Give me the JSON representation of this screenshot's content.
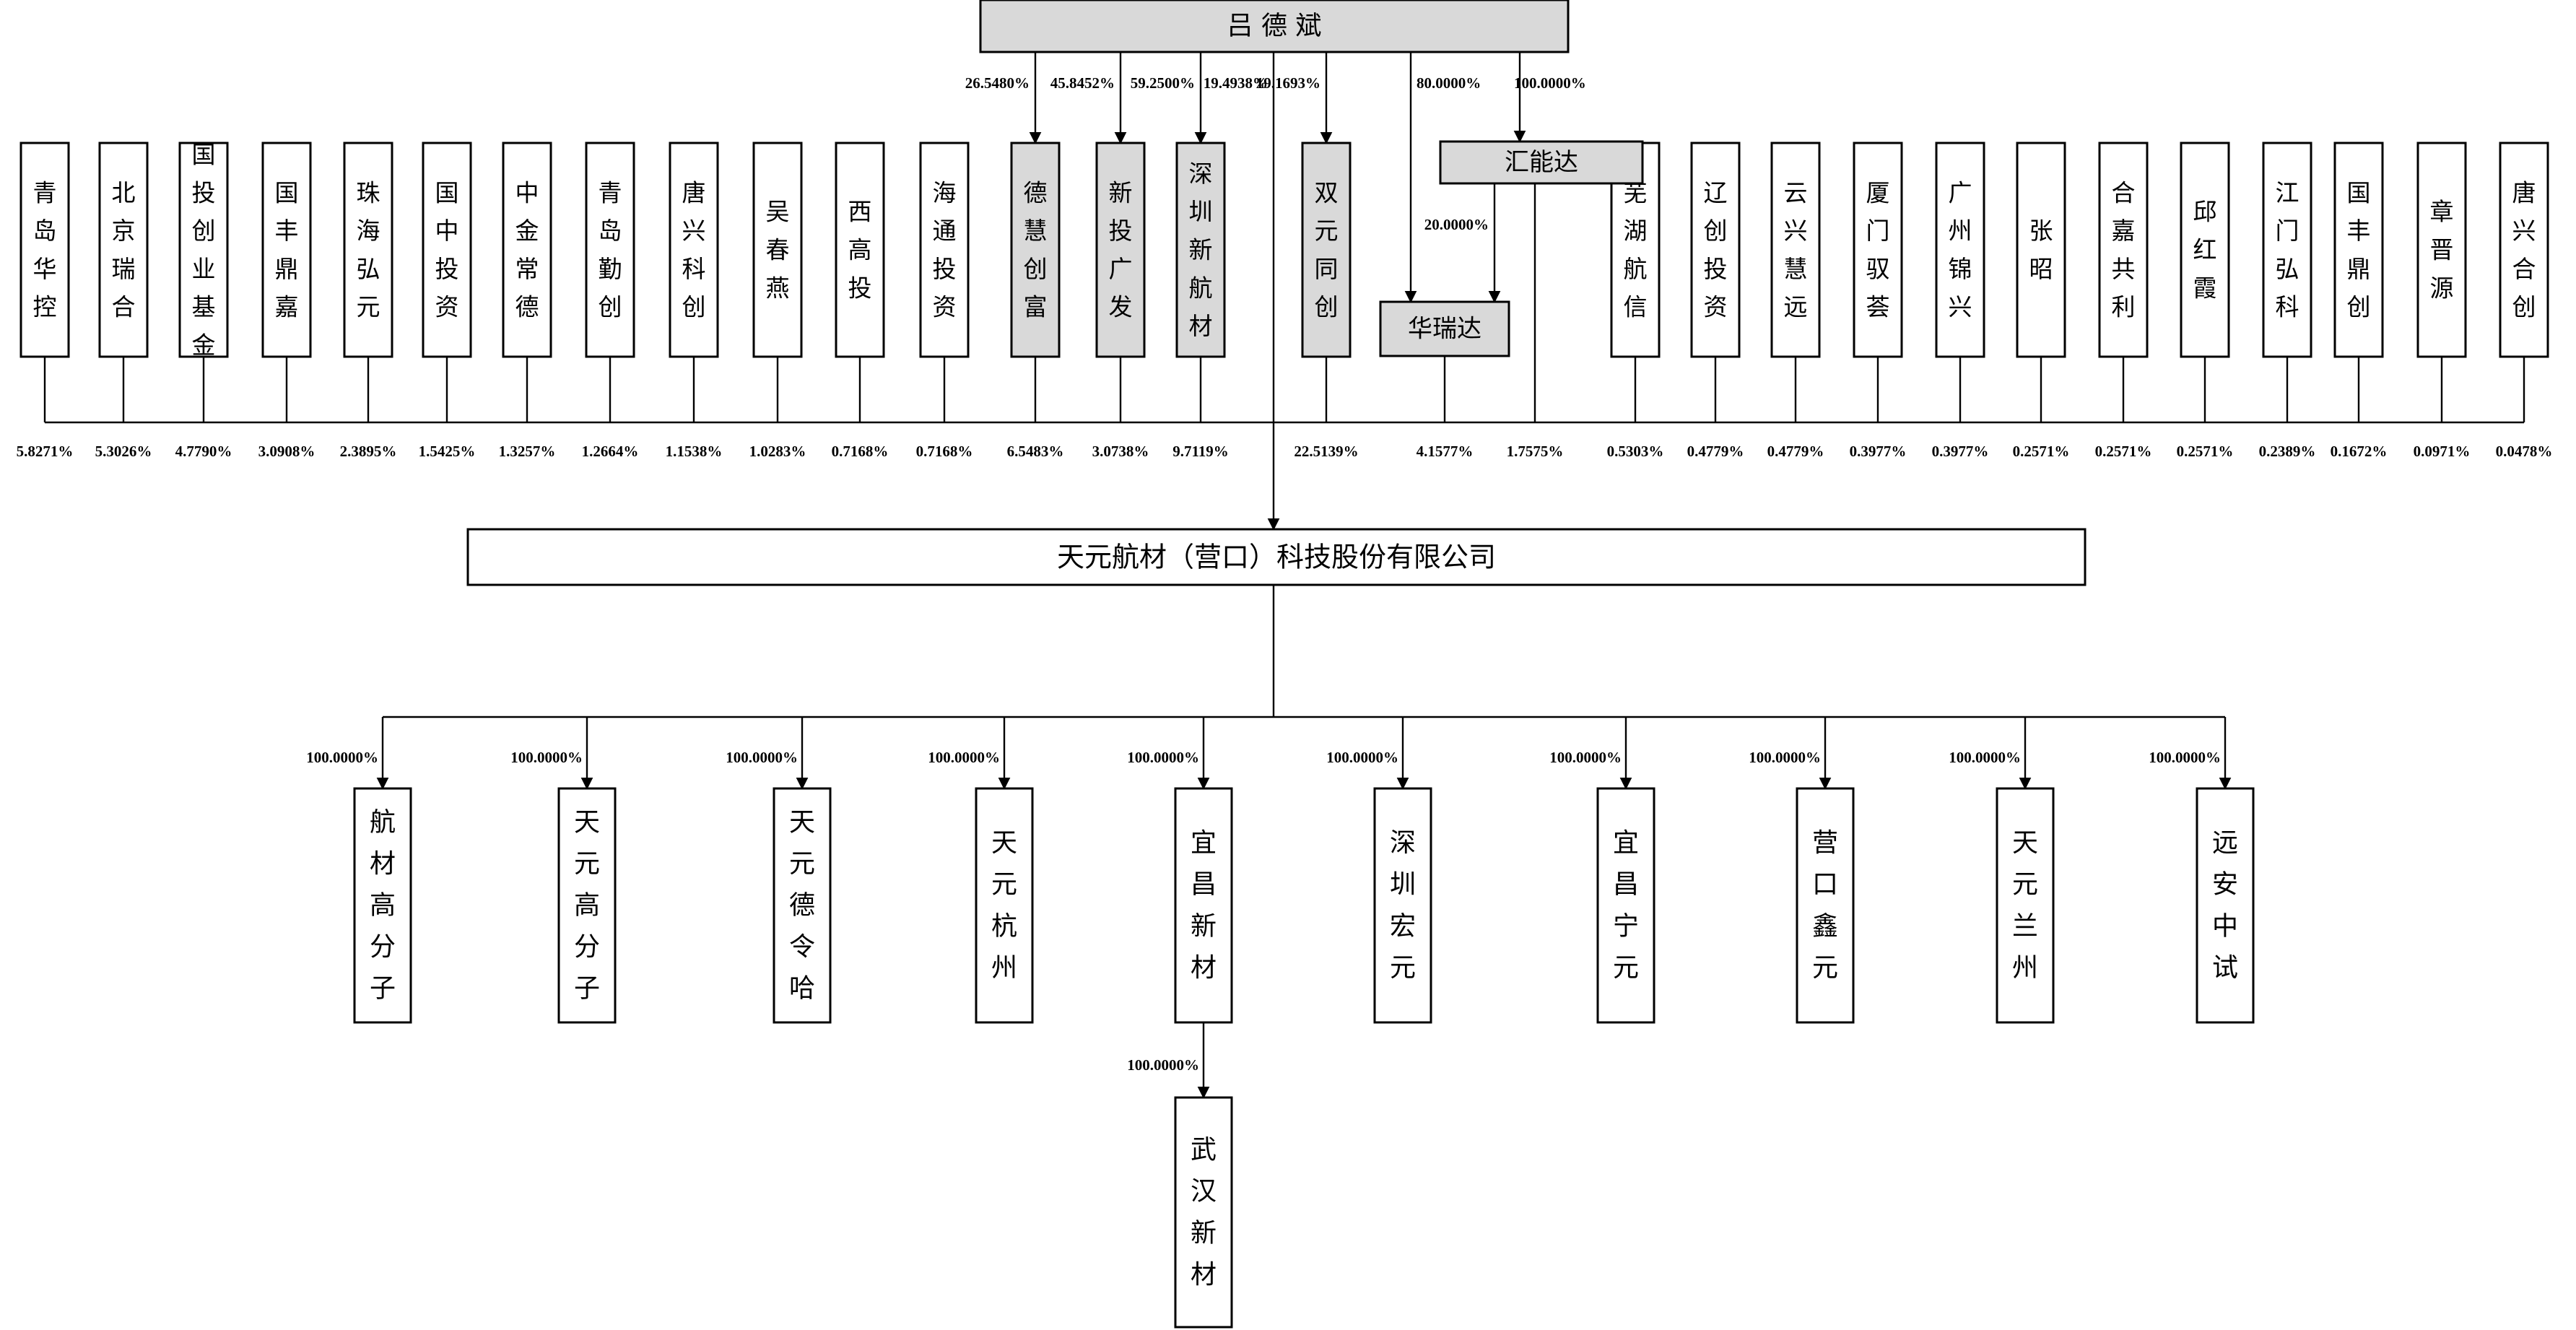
{
  "controller": {
    "name": "吕 德 斌"
  },
  "company": {
    "name": "天元航材（营口）科技股份有限公司"
  },
  "colors": {
    "highlight_fill": "#d9d9d9",
    "plain_fill": "#ffffff",
    "line": "#000000"
  },
  "top_shareholders": [
    {
      "name": "青岛华控",
      "pct": "5.8271%"
    },
    {
      "name": "北京瑞合",
      "pct": "5.3026%"
    },
    {
      "name": "国投创业基金",
      "pct": "4.7790%"
    },
    {
      "name": "国丰鼎嘉",
      "pct": "3.0908%"
    },
    {
      "name": "珠海弘元",
      "pct": "2.3895%"
    },
    {
      "name": "国中投资",
      "pct": "1.5425%"
    },
    {
      "name": "中金常德",
      "pct": "1.3257%"
    },
    {
      "name": "青岛勤创",
      "pct": "1.2664%"
    },
    {
      "name": "唐兴科创",
      "pct": "1.1538%"
    },
    {
      "name": "吴春燕",
      "pct": "1.0283%"
    },
    {
      "name": "西高投",
      "pct": "0.7168%"
    },
    {
      "name": "海通投资",
      "pct": "0.7168%"
    },
    {
      "name": "德慧创富",
      "pct": "6.5483%",
      "controller_pct": "26.5480%",
      "highlight": true
    },
    {
      "name": "新投广发",
      "pct": "3.0738%",
      "controller_pct": "45.8452%",
      "highlight": true
    },
    {
      "name": "深圳新航材",
      "pct": "9.7119%",
      "controller_pct": "59.2500%",
      "highlight": true
    },
    {
      "name": "双元同创",
      "pct": "22.5139%",
      "controller_pct": "19.1693%",
      "highlight": true
    },
    {
      "name": "芜湖航信",
      "pct": "0.5303%"
    },
    {
      "name": "辽创投资",
      "pct": "0.4779%"
    },
    {
      "name": "云兴慧远",
      "pct": "0.4779%"
    },
    {
      "name": "厦门驭荟",
      "pct": "0.3977%"
    },
    {
      "name": "广州锦兴",
      "pct": "0.3977%"
    },
    {
      "name": "张昭",
      "pct": "0.2571%"
    },
    {
      "name": "合嘉共利",
      "pct": "0.2571%"
    },
    {
      "name": "邱红霞",
      "pct": "0.2571%"
    },
    {
      "name": "江门弘科",
      "pct": "0.2389%"
    },
    {
      "name": "国丰鼎创",
      "pct": "0.1672%"
    },
    {
      "name": "章晋源",
      "pct": "0.0971%"
    },
    {
      "name": "唐兴合创",
      "pct": "0.0478%"
    }
  ],
  "controller_direct_pct": "19.4938%",
  "huinengda": {
    "name": "汇能达",
    "controller_pct": "100.0000%",
    "pct": "1.7575%",
    "to_huaruida_pct": "20.0000%"
  },
  "huaruida": {
    "name": "华瑞达",
    "controller_pct": "80.0000%",
    "pct": "4.1577%"
  },
  "subsidiaries": [
    {
      "name": "航材高分子",
      "pct": "100.0000%"
    },
    {
      "name": "天元高分子",
      "pct": "100.0000%"
    },
    {
      "name": "天元德令哈",
      "pct": "100.0000%"
    },
    {
      "name": "天元杭州",
      "pct": "100.0000%"
    },
    {
      "name": "宜昌新材",
      "pct": "100.0000%"
    },
    {
      "name": "深圳宏元",
      "pct": "100.0000%"
    },
    {
      "name": "宜昌宁元",
      "pct": "100.0000%"
    },
    {
      "name": "营口鑫元",
      "pct": "100.0000%"
    },
    {
      "name": "天元兰州",
      "pct": "100.0000%"
    },
    {
      "name": "远安中试",
      "pct": "100.0000%"
    }
  ],
  "grand_subsidiary": {
    "name": "武汉新材",
    "pct": "100.0000%"
  }
}
